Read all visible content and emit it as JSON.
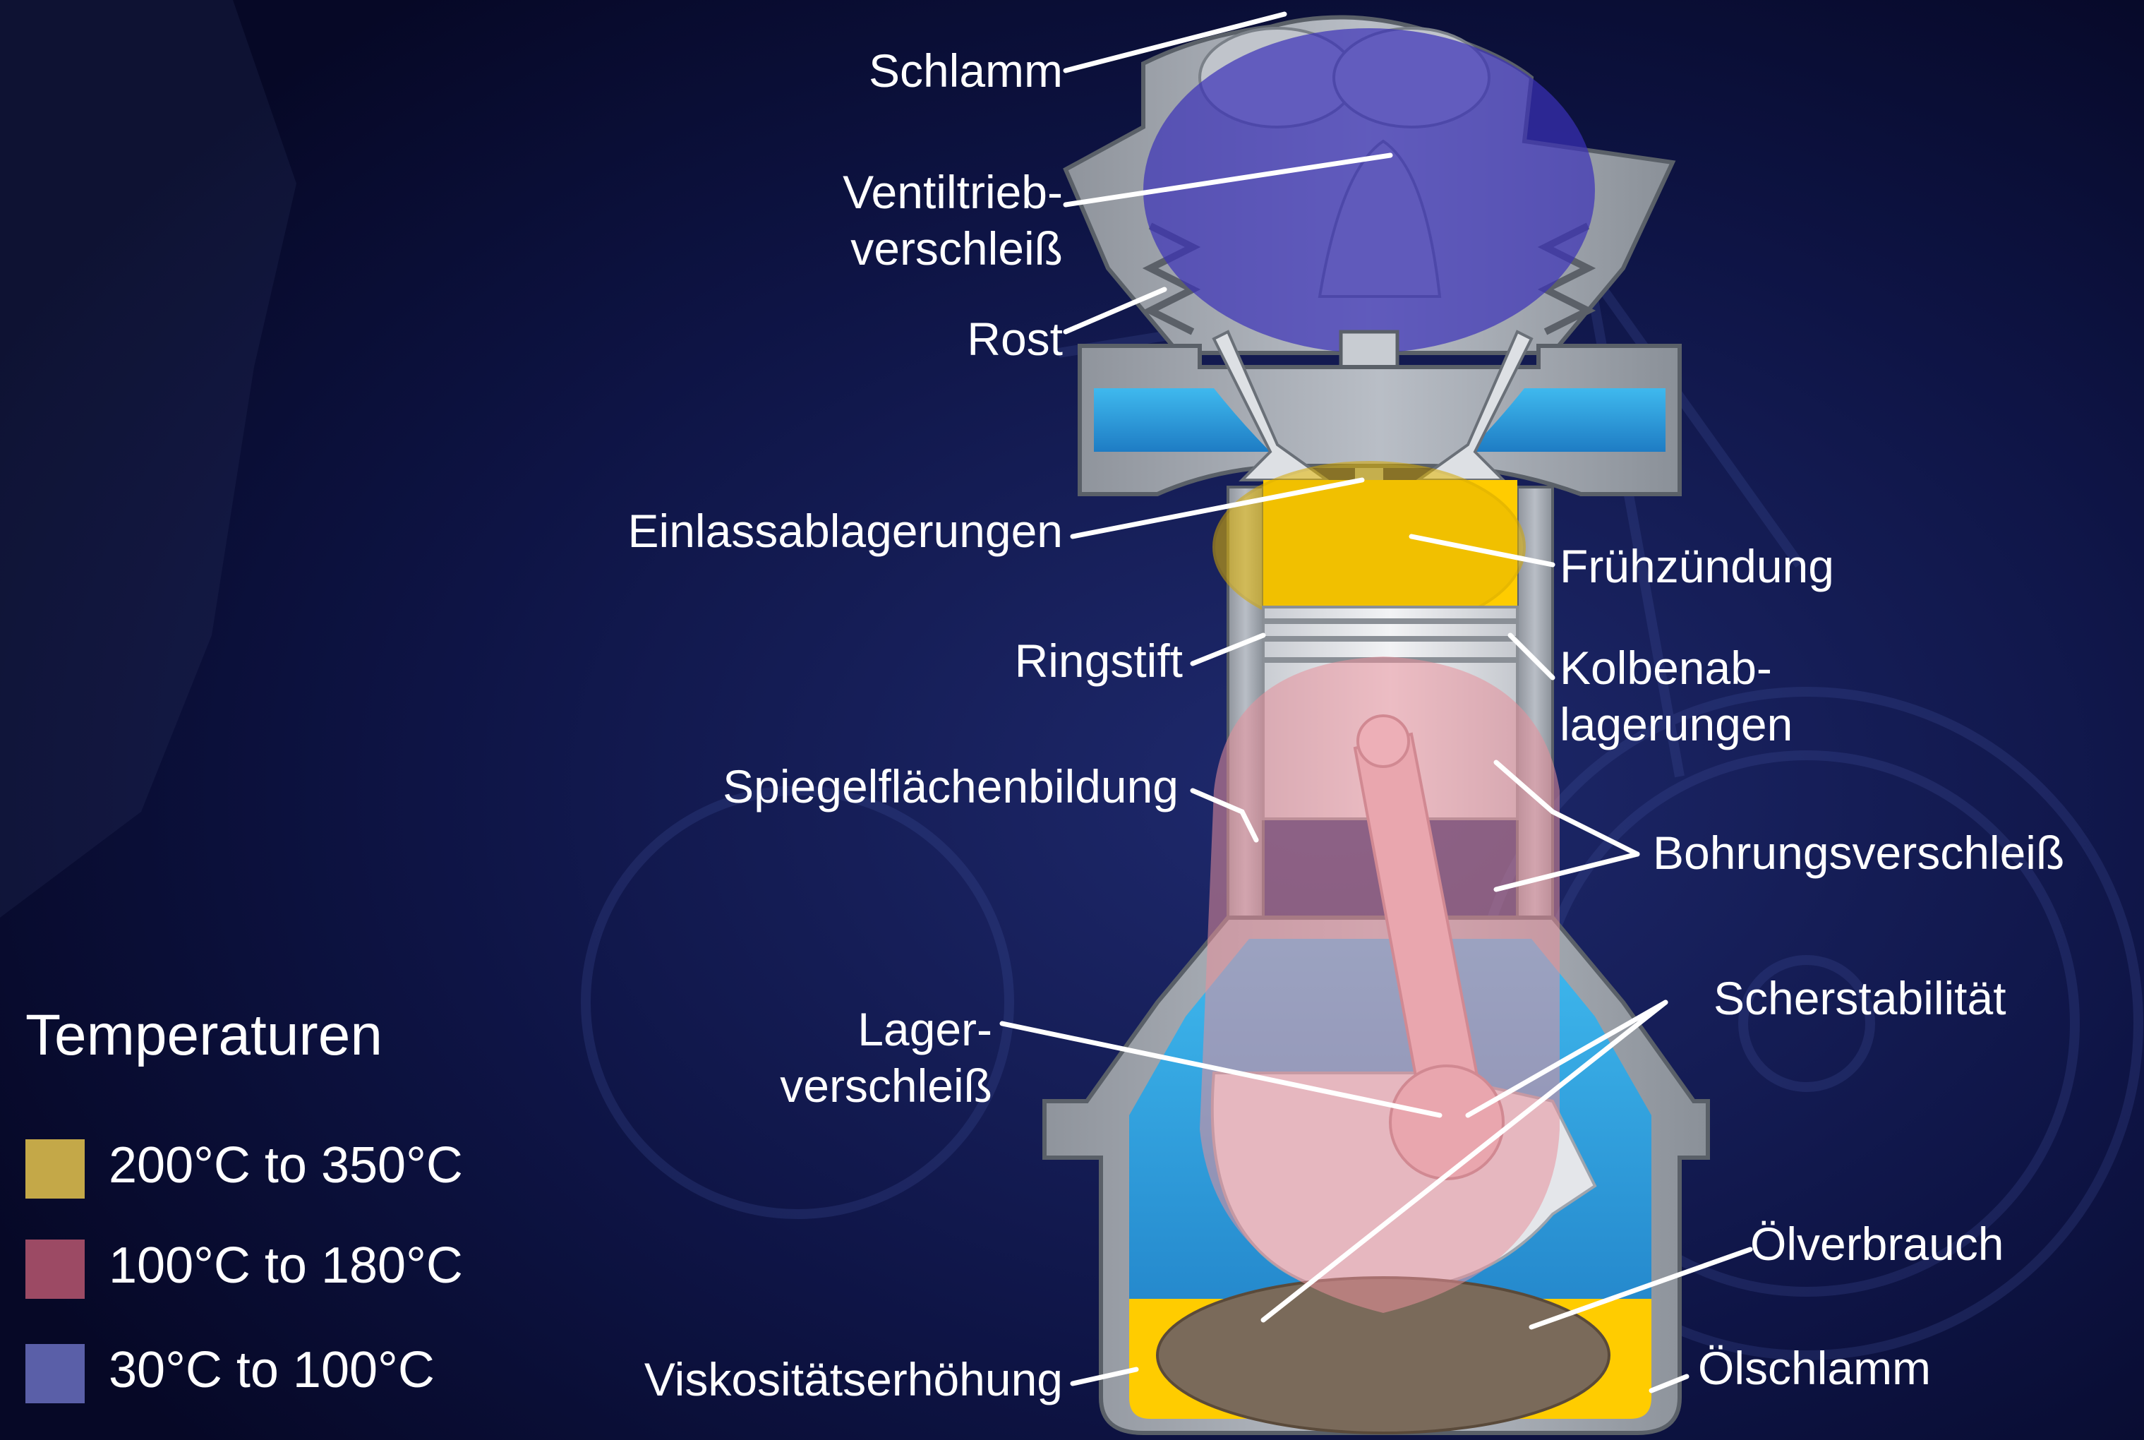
{
  "labels": {
    "schlamm": "Schlamm",
    "ventiltrieb": "Ventiltrieb-\nverschleiß",
    "rost": "Rost",
    "einlass": "Einlassablagerungen",
    "fruehzuendung": "Frühzündung",
    "ringstift": "Ringstift",
    "kolben": "Kolbenab-\nlagerungen",
    "spiegel": "Spiegelflächenbildung",
    "bohrung": "Bohrungsverschleiß",
    "lager": "Lager-\nverschleiß",
    "scher": "Scherstabilität",
    "oelverbrauch": "Ölverbrauch",
    "viskositaet": "Viskositätserhöhung",
    "oelschlamm": "Ölschlamm"
  },
  "legend": {
    "title": "Temperaturen",
    "items": [
      {
        "label": "200°C to 350°C",
        "color": "#c4a848"
      },
      {
        "label": "100°C to 180°C",
        "color": "#9c4a64"
      },
      {
        "label": "30°C to 100°C",
        "color": "#5a5fa8"
      }
    ]
  },
  "colors": {
    "background": "#070a2e",
    "engine_metal": "#9ea4ad",
    "coolant": "#3bb6ea",
    "combustion_zone": "#ffcc00",
    "oil_sump": "#ffcc00",
    "hot_zone_overlay": "#e8909a",
    "valve_zone_overlay": "#3a30b8"
  }
}
